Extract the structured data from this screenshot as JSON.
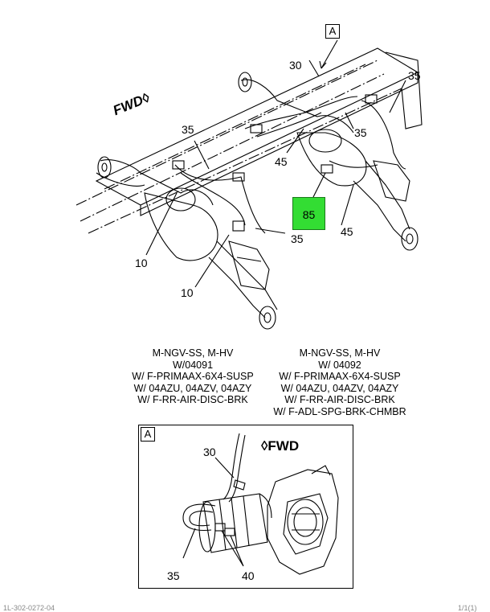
{
  "view_label": "A",
  "main": {
    "fwd": "FWD",
    "callouts": [
      "30",
      "35",
      "35",
      "35",
      "35",
      "45",
      "45",
      "10",
      "10"
    ],
    "highlight": "85"
  },
  "notes": {
    "left": [
      "M-NGV-SS, M-HV",
      "W/04091",
      "W/ F-PRIMAAX-6X4-SUSP",
      "W/ 04AZU, 04AZV, 04AZY",
      "W/ F-RR-AIR-DISC-BRK"
    ],
    "right": [
      "M-NGV-SS, M-HV",
      "W/ 04092",
      "W/ F-PRIMAAX-6X4-SUSP",
      "W/ 04AZU, 04AZV, 04AZY",
      "W/ F-RR-AIR-DISC-BRK",
      "W/ F-ADL-SPG-BRK-CHMBR"
    ]
  },
  "detail": {
    "label": "A",
    "fwd": "FWD",
    "callouts": [
      "30",
      "35",
      "40"
    ]
  },
  "footer": {
    "left": "1L-302-0272-04",
    "right": "1/1(1)"
  },
  "colors": {
    "highlight": "#33dd33",
    "line": "#000000"
  }
}
